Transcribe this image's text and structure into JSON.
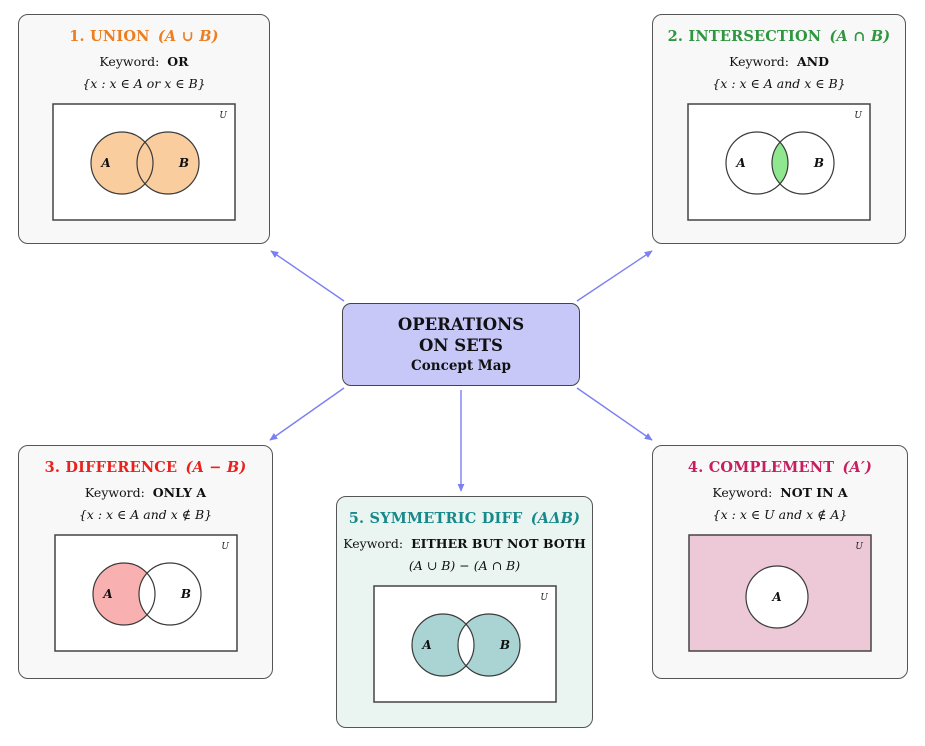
{
  "page": {
    "background": "#ffffff"
  },
  "center": {
    "line1": "OPERATIONS",
    "line2": "ON SETS",
    "subtitle": "Concept Map",
    "bg_color": "#c7c8f8",
    "border_color": "#444444"
  },
  "arrows": {
    "color": "#7b80f2"
  },
  "cards": [
    {
      "name": "union",
      "title": "1. UNION",
      "title_math": "(A ∪ B)",
      "title_color": "#ee7d1e",
      "keyword_label": "Keyword:",
      "keyword": "OR",
      "formula": "{x : x ∈ A or x ∈ B}",
      "bg_color": "#f8f8f8",
      "venn": {
        "mode": "union",
        "fill": "#f9cd9e",
        "label_a": "A",
        "label_b": "B",
        "universe": "U"
      }
    },
    {
      "name": "intersection",
      "title": "2. INTERSECTION",
      "title_math": "(A ∩ B)",
      "title_color": "#2f9640",
      "keyword_label": "Keyword:",
      "keyword": "AND",
      "formula": "{x : x ∈ A and x ∈ B}",
      "bg_color": "#f8f8f8",
      "venn": {
        "mode": "intersection",
        "fill": "#8fe78f",
        "label_a": "A",
        "label_b": "B",
        "universe": "U"
      }
    },
    {
      "name": "difference",
      "title": "3. DIFFERENCE",
      "title_math": "(A − B)",
      "title_color": "#e8231d",
      "keyword_label": "Keyword:",
      "keyword": "ONLY A",
      "formula": "{x : x ∈ A and x ∉ B}",
      "bg_color": "#f8f8f8",
      "venn": {
        "mode": "difference",
        "fill": "#f9b0b0",
        "label_a": "A",
        "label_b": "B",
        "universe": "U"
      }
    },
    {
      "name": "complement",
      "title": "4. COMPLEMENT",
      "title_math": "(A′)",
      "title_color": "#c91d5f",
      "keyword_label": "Keyword:",
      "keyword": "NOT IN A",
      "formula": "{x : x ∈ U and x ∉ A}",
      "bg_color": "#f8f8f8",
      "venn": {
        "mode": "complement",
        "fill": "#edc8d7",
        "label_a": "A",
        "label_b": "",
        "universe": "U"
      }
    },
    {
      "name": "symmetric-diff",
      "title": "5. SYMMETRIC DIFF",
      "title_math": "(AΔB)",
      "title_color": "#17898b",
      "keyword_label": "Keyword:",
      "keyword": "EITHER BUT NOT BOTH",
      "formula": "(A ∪ B) − (A ∩ B)",
      "bg_color": "#eaf5f1",
      "venn": {
        "mode": "symmetric",
        "fill": "#a9d4d3",
        "label_a": "A",
        "label_b": "B",
        "universe": "U"
      }
    }
  ]
}
